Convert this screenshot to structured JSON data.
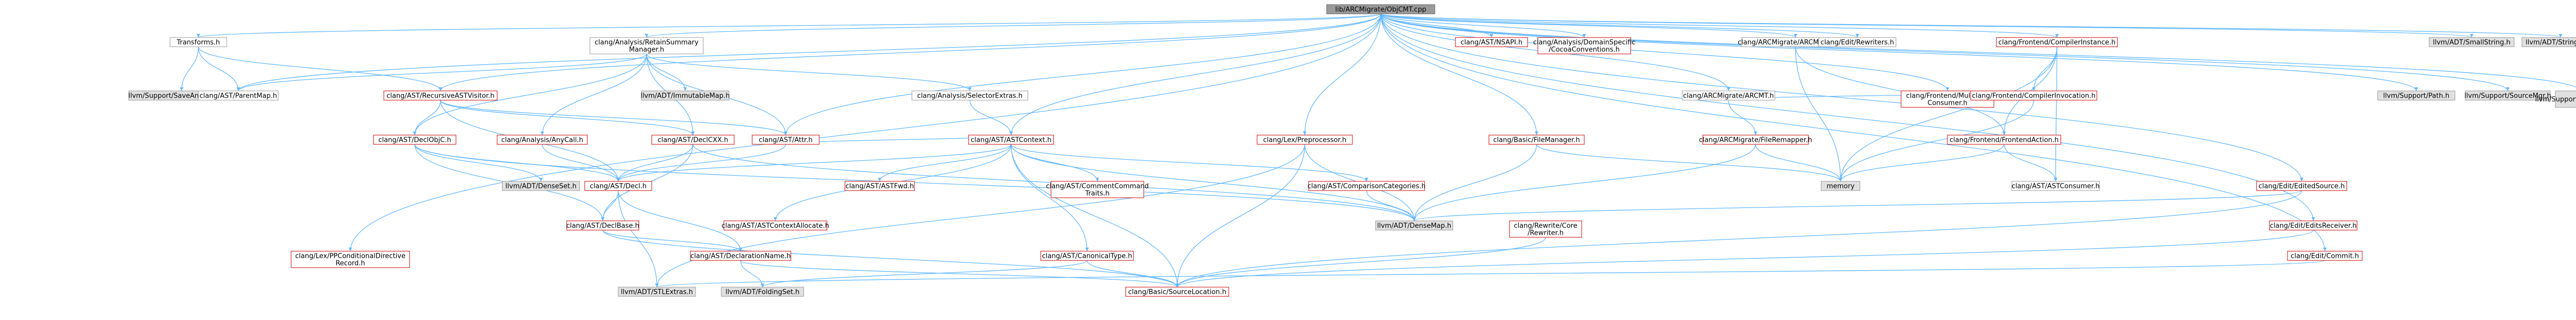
{
  "graph": {
    "type": "include-dependency-graph",
    "root": "n0",
    "nodes": [
      {
        "id": "n0",
        "lines": [
          "lib/ARCMigrate/ObjCMT.cpp"
        ],
        "kind": "root"
      },
      {
        "id": "n1",
        "lines": [
          "Transforms.h"
        ],
        "kind": "plain"
      },
      {
        "id": "n2",
        "lines": [
          "llvm/Support/SaveAndRestore.h"
        ],
        "kind": "gray"
      },
      {
        "id": "n3",
        "lines": [
          "clang/AST/ParentMap.h"
        ],
        "kind": "plain"
      },
      {
        "id": "n4",
        "lines": [
          "clang/AST/RecursiveASTVisitor.h"
        ],
        "kind": "red"
      },
      {
        "id": "n5",
        "lines": [
          "clang/Analysis/RetainSummary",
          "Manager.h"
        ],
        "kind": "plain"
      },
      {
        "id": "n6",
        "lines": [
          "clang/AST/DeclObjC.h"
        ],
        "kind": "red"
      },
      {
        "id": "n7",
        "lines": [
          "clang/Analysis/AnyCall.h"
        ],
        "kind": "red"
      },
      {
        "id": "n8",
        "lines": [
          "llvm/ADT/ImmutableMap.h"
        ],
        "kind": "gray"
      },
      {
        "id": "n9",
        "lines": [
          "clang/AST/DeclCXX.h"
        ],
        "kind": "red"
      },
      {
        "id": "n10",
        "lines": [
          "clang/AST/Attr.h"
        ],
        "kind": "red"
      },
      {
        "id": "n11",
        "lines": [
          "clang/Analysis/SelectorExtras.h"
        ],
        "kind": "plain"
      },
      {
        "id": "n12",
        "lines": [
          "clang/AST/NSAPI.h"
        ],
        "kind": "red"
      },
      {
        "id": "n13",
        "lines": [
          "clang/Analysis/DomainSpecific",
          "/CocoaConventions.h"
        ],
        "kind": "red"
      },
      {
        "id": "n14",
        "lines": [
          "clang/AST/ASTContext.h"
        ],
        "kind": "red"
      },
      {
        "id": "n15",
        "lines": [
          "clang/Lex/PPConditionalDirective",
          "Record.h"
        ],
        "kind": "red"
      },
      {
        "id": "n16",
        "lines": [
          "clang/Lex/Preprocessor.h"
        ],
        "kind": "red"
      },
      {
        "id": "n17",
        "lines": [
          "clang/Basic/FileManager.h"
        ],
        "kind": "red"
      },
      {
        "id": "n18",
        "lines": [
          "clang/ARCMigrate/ARCMT.h"
        ],
        "kind": "plain"
      },
      {
        "id": "n19",
        "lines": [
          "clang/ARCMigrate/ARCMTActions.h"
        ],
        "kind": "plain"
      },
      {
        "id": "n20",
        "lines": [
          "clang/ARCMigrate/FileRemapper.h"
        ],
        "kind": "red"
      },
      {
        "id": "n21",
        "lines": [
          "clang/Edit/Rewriters.h"
        ],
        "kind": "plain"
      },
      {
        "id": "n22",
        "lines": [
          "clang/Frontend/Multiplex",
          "Consumer.h"
        ],
        "kind": "red"
      },
      {
        "id": "n23",
        "lines": [
          "clang/Frontend/CompilerInstance.h"
        ],
        "kind": "red"
      },
      {
        "id": "n24",
        "lines": [
          "clang/Frontend/CompilerInvocation.h"
        ],
        "kind": "red"
      },
      {
        "id": "n25",
        "lines": [
          "clang/Frontend/FrontendAction.h"
        ],
        "kind": "red"
      },
      {
        "id": "n26",
        "lines": [
          "clang/Edit/EditedSource.h"
        ],
        "kind": "red"
      },
      {
        "id": "n27",
        "lines": [
          "clang/Edit/EditsReceiver.h"
        ],
        "kind": "red"
      },
      {
        "id": "n28",
        "lines": [
          "clang/Edit/Commit.h"
        ],
        "kind": "red"
      },
      {
        "id": "n29",
        "lines": [
          "llvm/ADT/SmallString.h"
        ],
        "kind": "gray"
      },
      {
        "id": "n30",
        "lines": [
          "llvm/ADT/StringSet.h"
        ],
        "kind": "gray"
      },
      {
        "id": "n31",
        "lines": [
          "llvm/Support/Path.h"
        ],
        "kind": "gray"
      },
      {
        "id": "n32",
        "lines": [
          "llvm/Support/SourceMgr.h"
        ],
        "kind": "gray"
      },
      {
        "id": "n33",
        "lines": [
          "llvm/Support/YAMLParser.h"
        ],
        "kind": "gray"
      },
      {
        "id": "n34",
        "lines": [
          "clang/AST/Decl.h"
        ],
        "kind": "red"
      },
      {
        "id": "n35",
        "lines": [
          "llvm/ADT/DenseSet.h"
        ],
        "kind": "gray"
      },
      {
        "id": "n36",
        "lines": [
          "clang/AST/DeclBase.h"
        ],
        "kind": "red"
      },
      {
        "id": "n37",
        "lines": [
          "clang/AST/DeclarationName.h"
        ],
        "kind": "red"
      },
      {
        "id": "n38",
        "lines": [
          "clang/AST/ASTFwd.h"
        ],
        "kind": "red"
      },
      {
        "id": "n39",
        "lines": [
          "clang/AST/ASTContextAllocate.h"
        ],
        "kind": "red"
      },
      {
        "id": "n40",
        "lines": [
          "clang/AST/CommentCommand",
          "Traits.h"
        ],
        "kind": "red"
      },
      {
        "id": "n41",
        "lines": [
          "clang/AST/CanonicalType.h"
        ],
        "kind": "red"
      },
      {
        "id": "n42",
        "lines": [
          "clang/AST/ComparisonCategories.h"
        ],
        "kind": "red"
      },
      {
        "id": "n43",
        "lines": [
          "llvm/ADT/DenseMap.h"
        ],
        "kind": "gray"
      },
      {
        "id": "n44",
        "lines": [
          "memory"
        ],
        "kind": "gray"
      },
      {
        "id": "n45",
        "lines": [
          "clang/Rewrite/Core",
          "/Rewriter.h"
        ],
        "kind": "red"
      },
      {
        "id": "n46",
        "lines": [
          "clang/AST/ASTConsumer.h"
        ],
        "kind": "plain"
      },
      {
        "id": "n47",
        "lines": [
          "llvm/ADT/STLExtras.h"
        ],
        "kind": "gray"
      },
      {
        "id": "n48",
        "lines": [
          "llvm/ADT/FoldingSet.h"
        ],
        "kind": "gray"
      },
      {
        "id": "n49",
        "lines": [
          "clang/Basic/SourceLocation.h"
        ],
        "kind": "red"
      }
    ],
    "edges": [
      [
        "n0",
        "n1"
      ],
      [
        "n0",
        "n3"
      ],
      [
        "n0",
        "n4"
      ],
      [
        "n0",
        "n5"
      ],
      [
        "n0",
        "n12"
      ],
      [
        "n0",
        "n13"
      ],
      [
        "n0",
        "n10"
      ],
      [
        "n0",
        "n14"
      ],
      [
        "n0",
        "n15"
      ],
      [
        "n0",
        "n16"
      ],
      [
        "n0",
        "n17"
      ],
      [
        "n0",
        "n18"
      ],
      [
        "n0",
        "n19"
      ],
      [
        "n0",
        "n21"
      ],
      [
        "n0",
        "n22"
      ],
      [
        "n0",
        "n23"
      ],
      [
        "n0",
        "n26"
      ],
      [
        "n0",
        "n27"
      ],
      [
        "n0",
        "n28"
      ],
      [
        "n0",
        "n29"
      ],
      [
        "n0",
        "n30"
      ],
      [
        "n0",
        "n31"
      ],
      [
        "n0",
        "n32"
      ],
      [
        "n0",
        "n33"
      ],
      [
        "n1",
        "n2"
      ],
      [
        "n1",
        "n3"
      ],
      [
        "n1",
        "n4"
      ],
      [
        "n4",
        "n6"
      ],
      [
        "n4",
        "n9"
      ],
      [
        "n4",
        "n10"
      ],
      [
        "n4",
        "n34"
      ],
      [
        "n5",
        "n3"
      ],
      [
        "n5",
        "n6"
      ],
      [
        "n5",
        "n7"
      ],
      [
        "n5",
        "n8"
      ],
      [
        "n5",
        "n9"
      ],
      [
        "n5",
        "n10"
      ],
      [
        "n5",
        "n11"
      ],
      [
        "n6",
        "n34"
      ],
      [
        "n6",
        "n36"
      ],
      [
        "n6",
        "n35"
      ],
      [
        "n6",
        "n43"
      ],
      [
        "n7",
        "n34"
      ],
      [
        "n9",
        "n34"
      ],
      [
        "n9",
        "n36"
      ],
      [
        "n9",
        "n43"
      ],
      [
        "n10",
        "n14"
      ],
      [
        "n10",
        "n34"
      ],
      [
        "n11",
        "n14"
      ],
      [
        "n14",
        "n38"
      ],
      [
        "n14",
        "n39"
      ],
      [
        "n14",
        "n40"
      ],
      [
        "n14",
        "n41"
      ],
      [
        "n14",
        "n42"
      ],
      [
        "n14",
        "n43"
      ],
      [
        "n14",
        "n34"
      ],
      [
        "n14",
        "n49"
      ],
      [
        "n16",
        "n43"
      ],
      [
        "n16",
        "n49"
      ],
      [
        "n16",
        "n47"
      ],
      [
        "n17",
        "n43"
      ],
      [
        "n17",
        "n44"
      ],
      [
        "n18",
        "n20"
      ],
      [
        "n18",
        "n24"
      ],
      [
        "n19",
        "n25"
      ],
      [
        "n19",
        "n44"
      ],
      [
        "n20",
        "n43"
      ],
      [
        "n20",
        "n44"
      ],
      [
        "n23",
        "n24"
      ],
      [
        "n23",
        "n25"
      ],
      [
        "n23",
        "n44"
      ],
      [
        "n23",
        "n46"
      ],
      [
        "n24",
        "n44"
      ],
      [
        "n25",
        "n44"
      ],
      [
        "n25",
        "n46"
      ],
      [
        "n26",
        "n43"
      ],
      [
        "n26",
        "n49"
      ],
      [
        "n27",
        "n49"
      ],
      [
        "n28",
        "n47"
      ],
      [
        "n34",
        "n36"
      ],
      [
        "n34",
        "n37"
      ],
      [
        "n34",
        "n47"
      ],
      [
        "n36",
        "n37"
      ],
      [
        "n36",
        "n49"
      ],
      [
        "n37",
        "n49"
      ],
      [
        "n37",
        "n48"
      ],
      [
        "n41",
        "n48"
      ],
      [
        "n41",
        "n49"
      ],
      [
        "n42",
        "n43"
      ],
      [
        "n45",
        "n49"
      ]
    ]
  }
}
